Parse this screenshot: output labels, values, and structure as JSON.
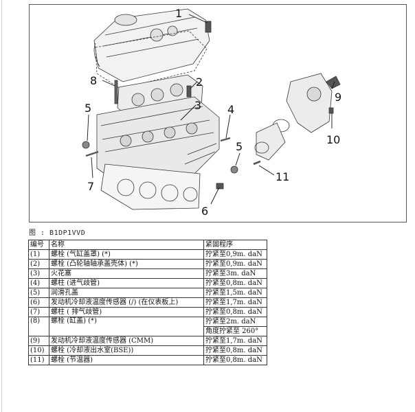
{
  "figure": {
    "callouts": [
      "1",
      "2",
      "3",
      "4",
      "5",
      "5",
      "6",
      "7",
      "8",
      "9",
      "10",
      "11"
    ],
    "caption": "图 : B1DP1VVD"
  },
  "table": {
    "headers": [
      "编号",
      "名称",
      "紧固程序"
    ],
    "rows": [
      {
        "no": "(1)",
        "name": "螺栓 (气缸盖罩) (*)",
        "torque": "拧紧至0,9m. daN"
      },
      {
        "no": "(2)",
        "name": "螺栓 (凸轮轴轴承盖壳体) (*)",
        "torque": "拧紧至0,9m. daN"
      },
      {
        "no": "(3)",
        "name": "火花塞",
        "torque": "拧紧至3m. daN"
      },
      {
        "no": "(4)",
        "name": "螺柱 (进气歧管)",
        "torque": "拧紧至0,8m. daN"
      },
      {
        "no": "(5)",
        "name": "润滑孔盖",
        "torque": "拧紧至1,5m. daN"
      },
      {
        "no": "(6)",
        "name": "发动机冷却液温度传感器 (/) (在仪表板上)",
        "torque": "拧紧至1,7m. daN"
      },
      {
        "no": "(7)",
        "name": "螺柱 ( 排气歧管)",
        "torque": "拧紧至0,8m. daN"
      },
      {
        "no": "(8)",
        "name": "螺栓 (缸盖) (*)",
        "torque": "拧紧至2m. daN",
        "torque2": "角度拧紧至 260°"
      },
      {
        "no": "(9)",
        "name": "发动机冷却液温度传感器 (CMM)",
        "torque": "拧紧至1,7m. daN"
      },
      {
        "no": "(10)",
        "name": "螺栓 (冷却液出水室(BSE))",
        "torque": "拧紧至0,8m. daN"
      },
      {
        "no": "(11)",
        "name": "螺栓 (节温器)",
        "torque": "拧紧至0,8m. daN"
      }
    ]
  }
}
